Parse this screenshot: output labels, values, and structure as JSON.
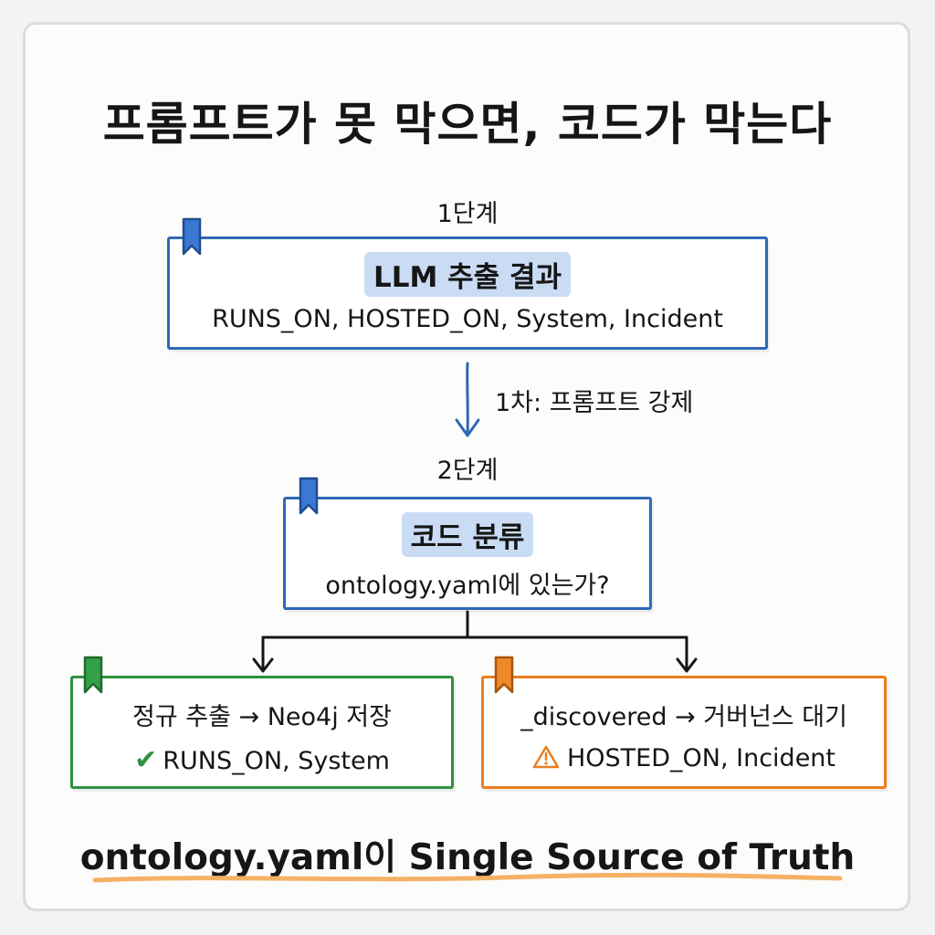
{
  "title": "프롬프트가 못 막으면, 코드가 막는다",
  "stage1": {
    "label": "1단계",
    "heading": "LLM 추출 결과",
    "items": "RUNS_ON, HOSTED_ON, System, Incident"
  },
  "edge1": {
    "label": "1차: 프롬프트 강제"
  },
  "stage2": {
    "label": "2단계",
    "heading": "코드 분류",
    "question": "ontology.yaml에 있는가?"
  },
  "branch_left": {
    "heading": "정규 추출 → Neo4j 저장",
    "items": "RUNS_ON, System",
    "icon": "check-icon"
  },
  "branch_right": {
    "heading": "_discovered → 거버넌스 대기",
    "items": "HOSTED_ON, Incident",
    "icon": "warning-icon"
  },
  "footer": "ontology.yaml이 Single Source of Truth",
  "colors": {
    "blue": "#2f69b8",
    "green": "#2f9140",
    "orange": "#e87f1f",
    "highlight": "#c9dcf4",
    "underline": "#f5b166"
  }
}
